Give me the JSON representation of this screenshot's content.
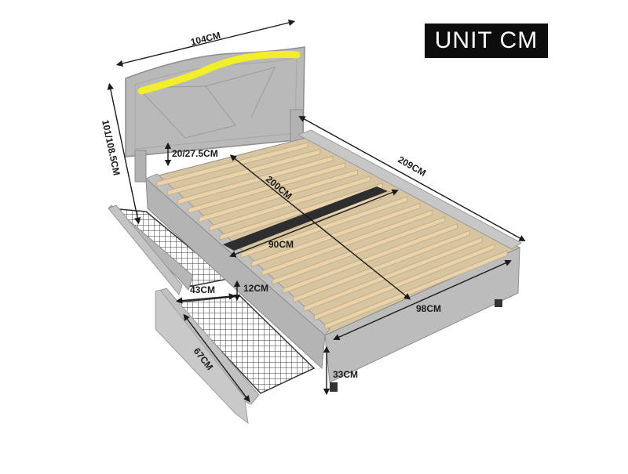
{
  "unit_badge": "UNIT CM",
  "dimensions": {
    "headboard_width": "104CM",
    "headboard_height": "101/108.5CM",
    "headboard_gap": "20/27.5CM",
    "bed_length": "209CM",
    "slat_length": "200CM",
    "slat_width": "90CM",
    "bed_width": "98CM",
    "bed_height": "33CM",
    "drawer_width": "43CM",
    "drawer_height": "12CM",
    "drawer_length": "67CM"
  },
  "colors": {
    "fabric": "#bdbdbd",
    "fabric_dark": "#9e9e9e",
    "slat": "#e8d3ac",
    "led": "#f2ef2a",
    "badge": "#0d0d0d"
  }
}
